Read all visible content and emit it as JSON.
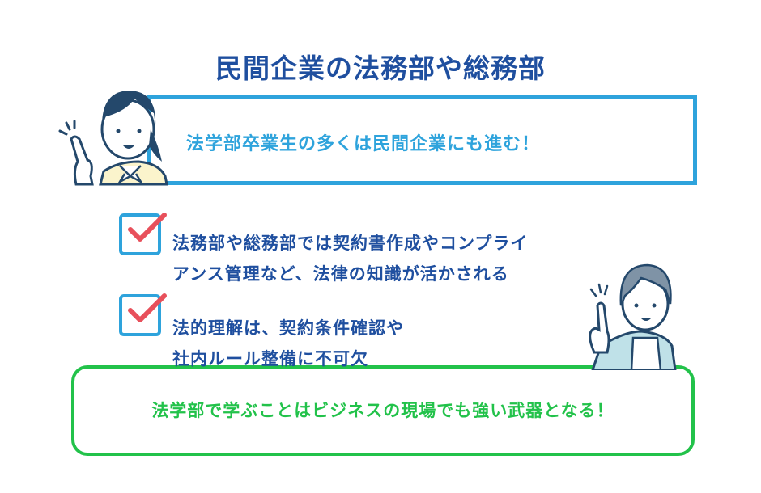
{
  "title": "民間企業の法務部や総務部",
  "headline": "法学部卒業生の多くは民間企業にも進む！",
  "points": [
    {
      "lines": [
        "法務部や総務部では契約書作成やコンプライ",
        "アンス管理など、法律の知識が活かされる"
      ]
    },
    {
      "lines": [
        "法的理解は、契約条件確認や",
        "社内ルール整備に不可欠"
      ]
    }
  ],
  "conclusion": "法学部で学ぶことはビジネスの現場でも強い武器となる！",
  "colors": {
    "title": "#1f4f9f",
    "accent_blue": "#2ea3dc",
    "accent_green": "#22c24a",
    "check": "#e8505b"
  },
  "icons": [
    "checkbox-checked-icon",
    "student-illustration",
    "professional-woman-illustration"
  ]
}
